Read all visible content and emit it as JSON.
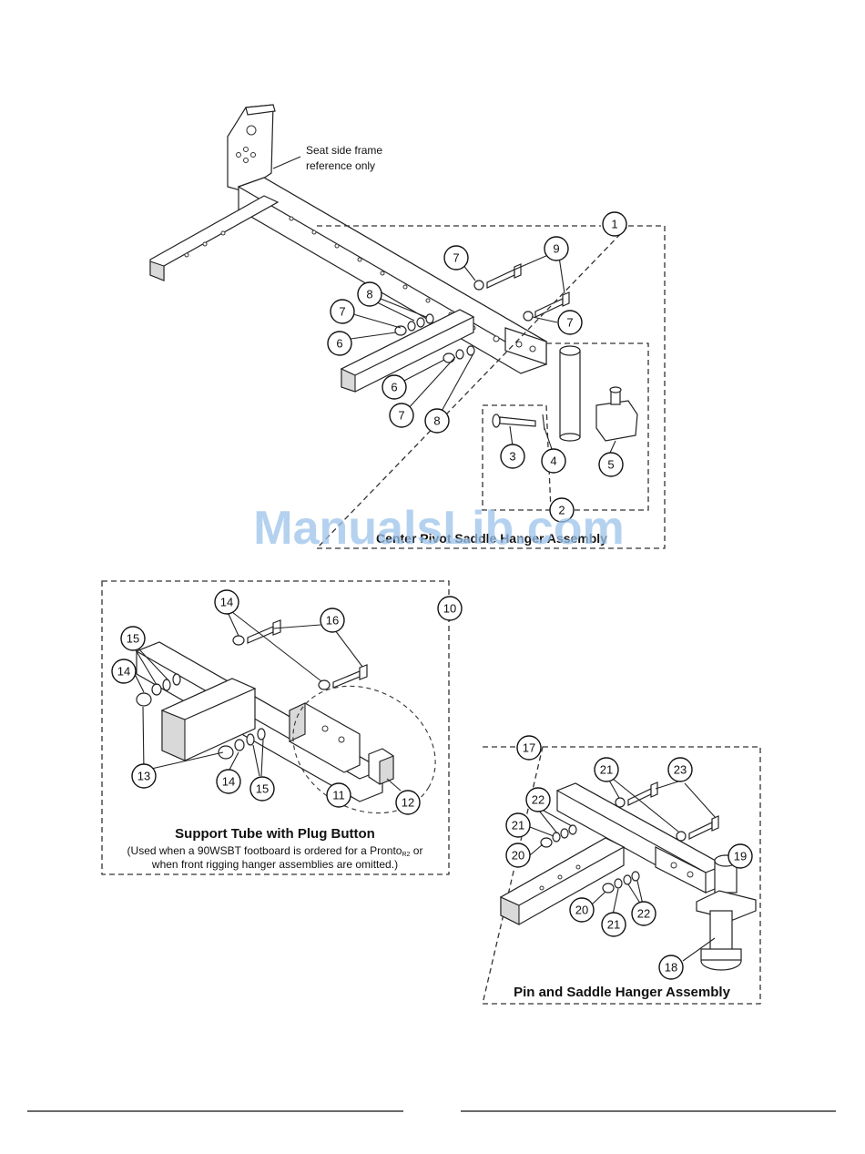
{
  "labels": {
    "frame_reference_line1": "Seat side frame",
    "frame_reference_line2": "reference only",
    "center_title": "Center Pivot Saddle Hanger Assembly",
    "support_title": "Support Tube with Plug Button",
    "support_note_line1": "(Used when a 90WSBT footboard is ordered for a Pronto",
    "support_note_sub": "R2",
    "support_note_line1_end": " or",
    "support_note_line2": "when front rigging hanger assemblies are omitted.)",
    "pin_title": "Pin and Saddle Hanger Assembly",
    "watermark": "ManualsLib.com"
  },
  "callouts": {
    "c1": "1",
    "c2": "2",
    "c3": "3",
    "c4": "4",
    "c5": "5",
    "c6a": "6",
    "c6b": "6",
    "c7a": "7",
    "c7b": "7",
    "c7c": "7",
    "c7d": "7",
    "c8a": "8",
    "c8b": "8",
    "c9": "9",
    "c10": "10",
    "c11": "11",
    "c12": "12",
    "c13": "13",
    "c14a": "14",
    "c14b": "14",
    "c14c": "14",
    "c15a": "15",
    "c15b": "15",
    "c16": "16",
    "c17": "17",
    "c18": "18",
    "c19": "19",
    "c20a": "20",
    "c20b": "20",
    "c21a": "21",
    "c21b": "21",
    "c21c": "21",
    "c22a": "22",
    "c22b": "22",
    "c23": "23"
  }
}
